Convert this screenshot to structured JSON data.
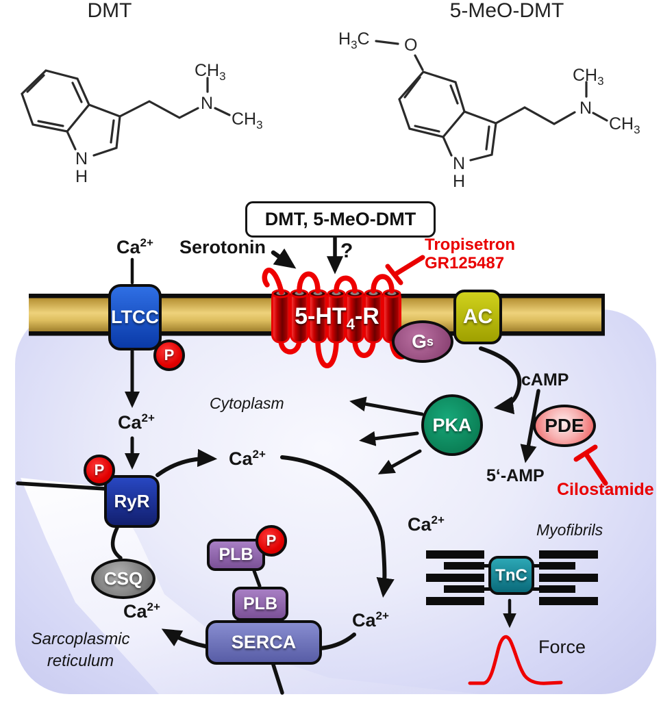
{
  "molecules": {
    "left_title": "DMT",
    "right_title": "5-MeO-DMT"
  },
  "chem": {
    "n": "N",
    "h": "H",
    "o": "O",
    "ch3_base": "CH",
    "ch3_sub": "3",
    "h3c_pre": "H",
    "h3c_sub": "3",
    "h3c_post": "C"
  },
  "ligand_box": {
    "label": "DMT, 5-MeO-DMT"
  },
  "labels": {
    "serotonin": "Serotonin",
    "question_mark": "?",
    "ca_base": "Ca",
    "ca_sup": "2+",
    "camp": "cAMP",
    "five_amp": "5‘-AMP",
    "cytoplasm": "Cytoplasm",
    "myofibrils": "Myofibrils",
    "force": "Force",
    "sr_line1": "Sarcoplasmic",
    "sr_line2": "reticulum"
  },
  "inhibitors": {
    "tropisetron": "Tropisetron",
    "gr": "GR125487",
    "cilostamide": "Cilostamide",
    "color": "#e90000"
  },
  "proteins": {
    "ltcc": "LTCC",
    "receptor_pre": "5-HT",
    "receptor_sub": "4",
    "receptor_post": "-R",
    "gs_base": "G",
    "gs_sub": "s",
    "ac": "AC",
    "pka": "PKA",
    "pde": "PDE",
    "ryr": "RyR",
    "csq": "CSQ",
    "plb": "PLB",
    "serca": "SERCA",
    "tnc": "TnC",
    "p_badge": "P"
  },
  "colors": {
    "membrane_gold": "#e9cd74",
    "cell_lavender": "#d6d8f6",
    "receptor_red": "#ee0000",
    "ltcc_blue": "#1a55c6",
    "ryr_blue": "#1c3096",
    "pka_green": "#0f9168",
    "pde_pink": "#ee5f5f",
    "gs_purple": "#9a5383",
    "ac_yellow": "#b8b906",
    "serca_slate": "#6a6fb5",
    "plb_purple": "#8d63a9",
    "tnc_teal": "#15818f",
    "csq_gray": "#8a8a8a",
    "inhibitor_red": "#e90000"
  }
}
